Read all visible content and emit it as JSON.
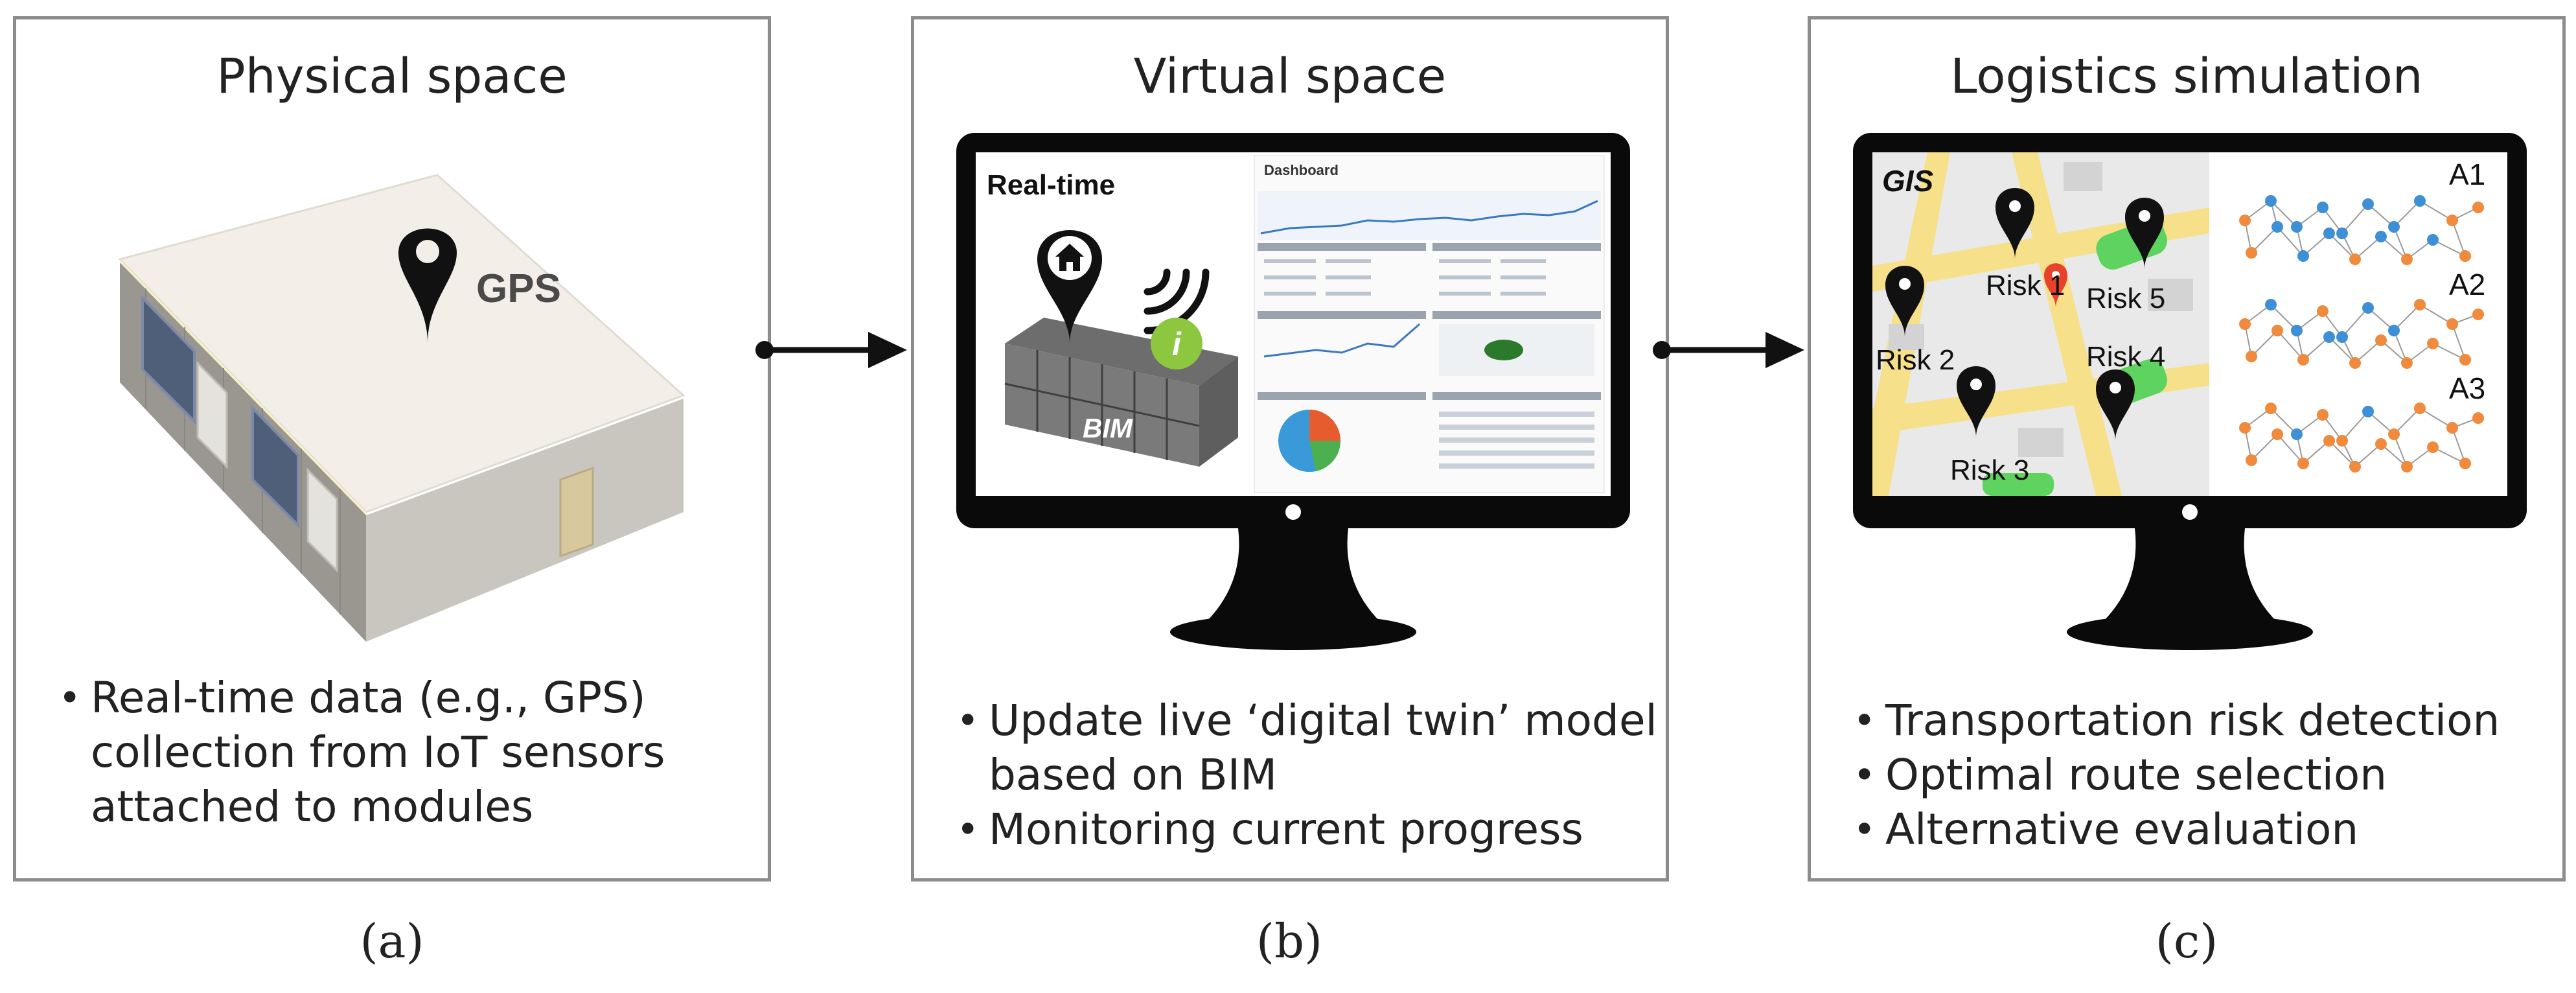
{
  "panels": [
    {
      "title": "Physical space",
      "gps_label": "GPS",
      "bullets": [
        "Real-time data (e.g., GPS) collection from IoT sensors attached to modules"
      ],
      "caption": "(a)"
    },
    {
      "title": "Virtual space",
      "screen": {
        "realtime_label": "Real-time",
        "bim_label": "BIM",
        "info_label": "i",
        "dashboard_title": "Dashboard"
      },
      "bullets": [
        "Update live ‘digital twin’ model based on BIM",
        "Monitoring current progress"
      ],
      "caption": "(b)"
    },
    {
      "title": "Logistics simulation",
      "screen": {
        "gis_label": "GIS",
        "risks": [
          "Risk 1",
          "Risk 2",
          "Risk 3",
          "Risk 4",
          "Risk 5"
        ],
        "alternatives": [
          "A1",
          "A2",
          "A3"
        ]
      },
      "bullets": [
        "Transportation risk detection",
        "Optimal route selection",
        "Alternative evaluation"
      ],
      "caption": "(c)"
    }
  ],
  "colors": {
    "border": "#8c8c8c",
    "monitor": "#0a0a0a",
    "info_green": "#8dc63f",
    "map_road": "#f7e08a",
    "map_green": "#5fd35f",
    "node_blue": "#3d8fd6",
    "node_orange": "#f08a3c",
    "pin_red": "#e8412c"
  },
  "icons": [
    "location-pin-icon",
    "wifi-icon",
    "home-icon",
    "info-icon",
    "arrow-right-icon"
  ]
}
